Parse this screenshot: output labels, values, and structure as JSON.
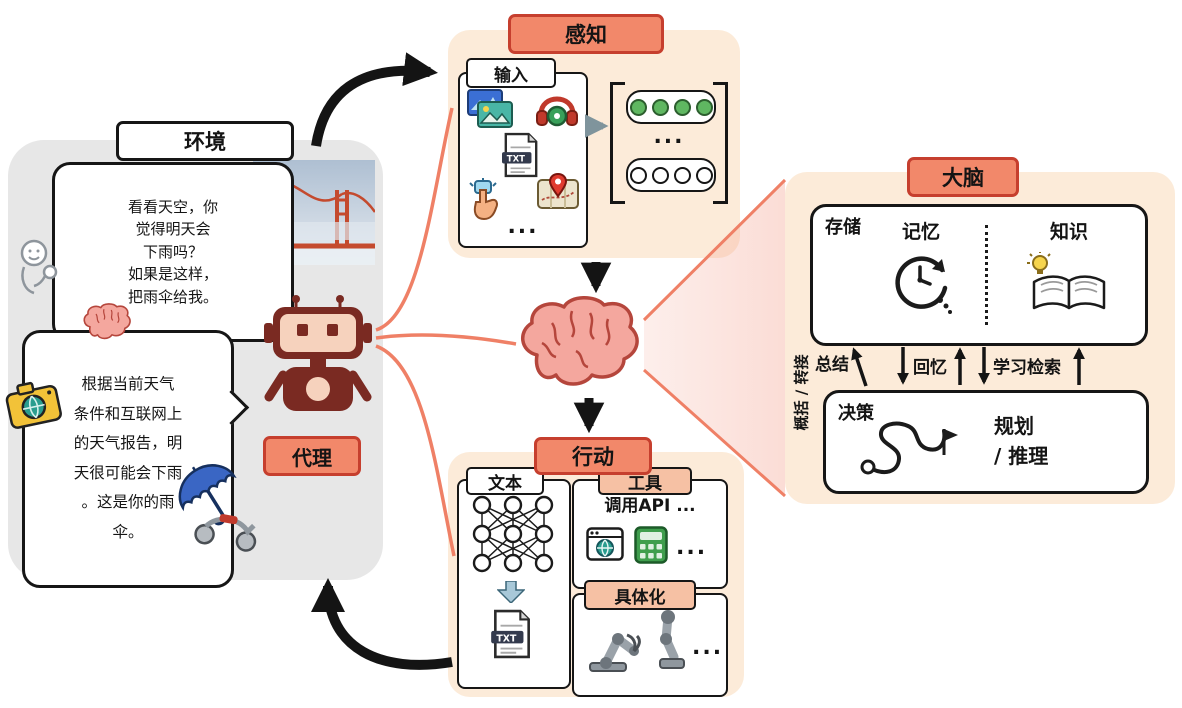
{
  "colors": {
    "panel_bg": "#fcebd9",
    "title_bg": "#f2886a",
    "title_border": "#c63f2e",
    "environment_bg": "#e7e7e7",
    "connector_red": "#ef8066",
    "arrow_black": "#141414"
  },
  "environment": {
    "title": "环境",
    "user_bubble": "看看天空，你\n觉得明天会\n下雨吗？\n如果是这样，\n把雨伞给我。",
    "agent_bubble": "根据当前天气\n条件和互联网上\n的天气报告，明\n天很可能会下雨\n。这是你的雨\n伞。",
    "agent_label": "代理"
  },
  "perception": {
    "title": "感知",
    "input_label": "输入",
    "input_ellipsis": "...",
    "token_ellipsis": "..."
  },
  "action": {
    "title": "行动",
    "text_label": "文本",
    "tools_label": "工具",
    "tools_api_text": "调用API ...",
    "tools_ellipsis": "...",
    "embodiment_label": "具体化",
    "embodiment_ellipsis": "..."
  },
  "brain_panel": {
    "title": "大脑",
    "storage_label": "存储",
    "memory_label": "记忆",
    "knowledge_label": "知识",
    "summary_label": "总结",
    "recall_label": "回忆",
    "retrieval_label": "学习检索",
    "vertical_label": "概括 / 转接",
    "decision_label": "决策",
    "planning_label": "规划\n/ 推理"
  },
  "icons": {
    "txt_label": "TXT"
  }
}
